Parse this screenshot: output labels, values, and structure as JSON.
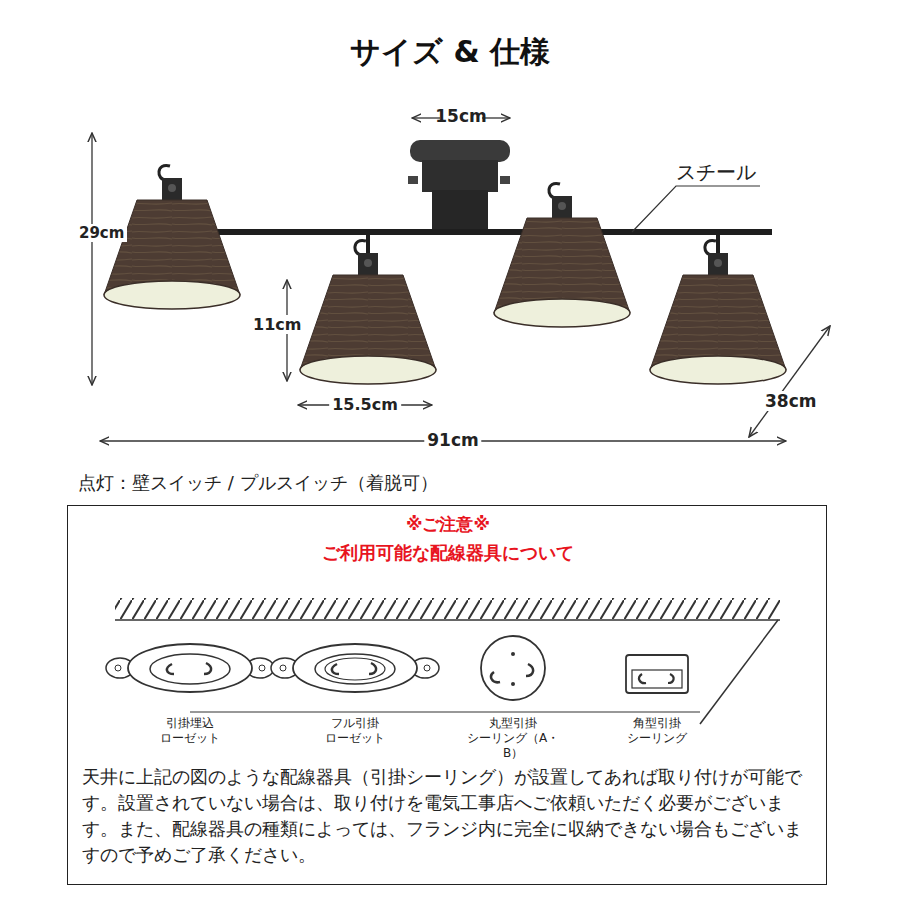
{
  "diagram": {
    "title": "サイズ & 仕様",
    "nodes": [
      {
        "text": [
          "※ご注意※",
          "ご利用可能な配線器具について",
          "天井に上記の図のような配線器具（引掛シーリング）が設置してあれば取り付けが可能です。設置されていない場合は、取り付けを電気工事店へご依頼いただく必要がございます。また、配線器具の種類によっては、フランジ内に完全に収納できない場合もございますので予めご了承ください。"
        ]
      }
    ],
    "labels": [
      "15cm",
      "スチール",
      "29cm",
      "11cm",
      "15.5cm",
      "38cm",
      "91cm",
      "点灯：壁スイッチ / プルスイッチ（着脱可）",
      "引掛埋込 ローゼット",
      "フル引掛 ローゼット",
      "丸型引掛 シーリング（A・B）",
      "角型引掛 シーリング"
    ]
  }
}
